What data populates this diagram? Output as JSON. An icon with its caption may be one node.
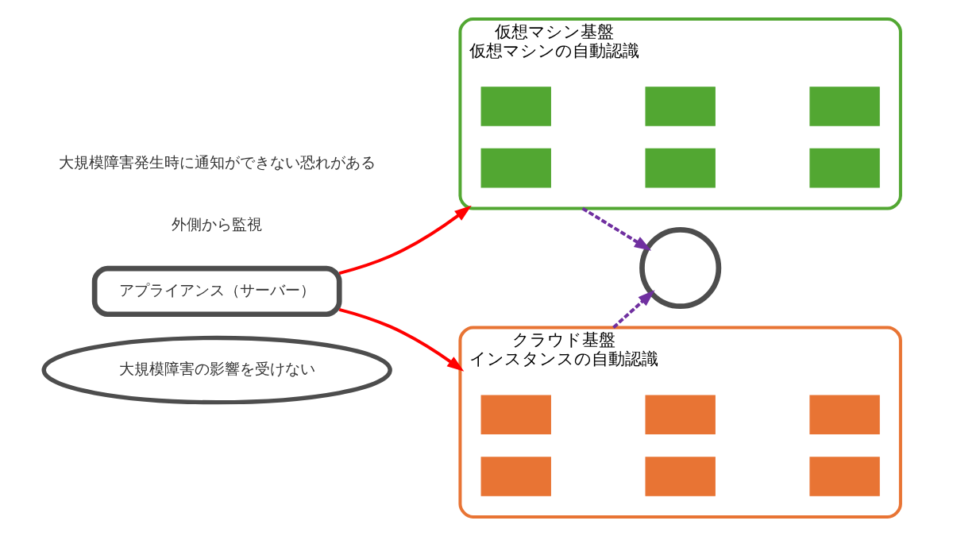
{
  "diagram": {
    "nodes": [
      {
        "text": [
          "大規模障害の影響を受けない"
        ]
      },
      {
        "text": [
          "アプライアンス（サーバー）"
        ]
      },
      {
        "text": [
          "仮想マシン基盤",
          "仮想マシンの自動認識"
        ]
      },
      {
        "text": [],
        "shape": "box",
        "in": 2
      },
      {
        "text": [],
        "shape": "box",
        "in": 2
      },
      {
        "text": [],
        "shape": "box",
        "in": 2
      },
      {
        "text": [],
        "shape": "box",
        "in": 2
      },
      {
        "text": [],
        "shape": "box",
        "in": 2
      },
      {
        "text": [],
        "shape": "box",
        "in": 2
      },
      {
        "text": [
          "クラウド基盤",
          "インスタンスの自動認識"
        ]
      },
      {
        "text": [],
        "shape": "box",
        "in": 9
      },
      {
        "text": [],
        "shape": "box",
        "in": 9
      },
      {
        "text": [],
        "shape": "box",
        "in": 9
      },
      {
        "text": [],
        "shape": "box",
        "in": 9
      },
      {
        "text": [],
        "shape": "box",
        "in": 9
      },
      {
        "text": [],
        "shape": "box",
        "in": 9
      },
      {
        "text": [],
        "shape": "circle"
      }
    ],
    "edges": [
      {
        "from": 1,
        "to": 2,
        "arrow": "to",
        "color": "#ff0000"
      },
      {
        "from": 1,
        "to": 9,
        "arrow": "to",
        "color": "#ff0000"
      },
      {
        "from": 2,
        "to": 16,
        "arrow": "to",
        "style": "dashed",
        "color": "#7030a0"
      },
      {
        "from": 9,
        "to": 16,
        "arrow": "to",
        "style": "dashed",
        "color": "#7030a0"
      }
    ],
    "labels": [
      "外側から監視",
      "大規模障害発生時に通知ができない恐れがある"
    ]
  }
}
